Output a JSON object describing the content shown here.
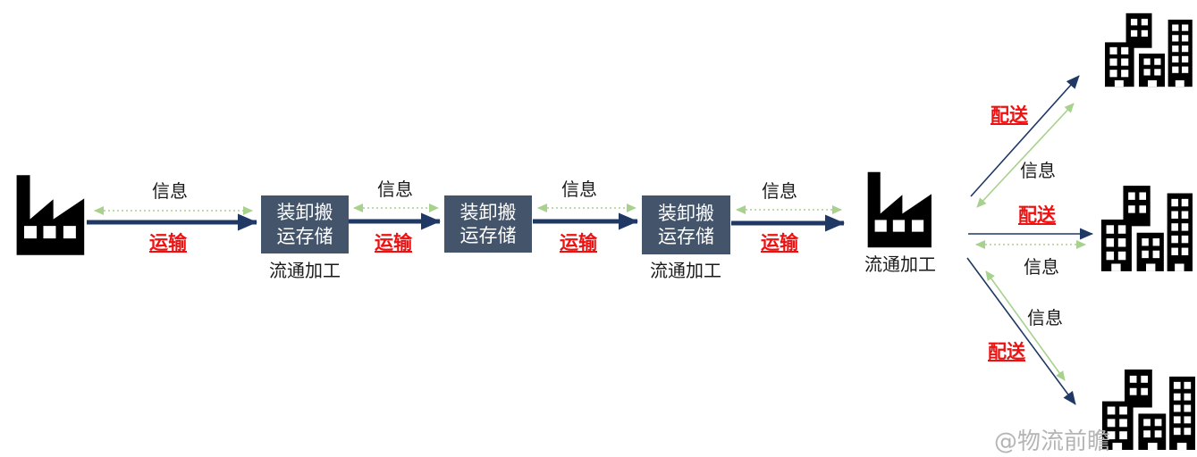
{
  "colors": {
    "navy": "#1f3864",
    "green": "#a9d18e",
    "box": "#44546a",
    "red": "#ee1111",
    "ink": "#1a1a1a",
    "gray": "#b5b5b5",
    "bg": "#ffffff"
  },
  "chain": {
    "segments": [
      {
        "info": "信息",
        "transport": "运输"
      },
      {
        "info": "信息",
        "transport": "运输"
      },
      {
        "info": "信息",
        "transport": "运输"
      },
      {
        "info": "信息",
        "transport": "运输"
      }
    ],
    "boxes": [
      {
        "label": "装卸搬\n运存储",
        "sublabel": "流通加工"
      },
      {
        "label": "装卸搬\n运存储"
      },
      {
        "label": "装卸搬\n运存储",
        "sublabel": "流通加工"
      }
    ],
    "right_factory_label": "流通加工"
  },
  "branches": [
    {
      "delivery": "配送",
      "info": "信息"
    },
    {
      "delivery": "配送",
      "info": "信息"
    },
    {
      "delivery": "配送",
      "info": "信息"
    }
  ],
  "watermark": "@物流前瞻",
  "icons": {
    "factory_left": "factory-icon",
    "factory_right": "factory-icon",
    "customers": "buildings-icon"
  }
}
